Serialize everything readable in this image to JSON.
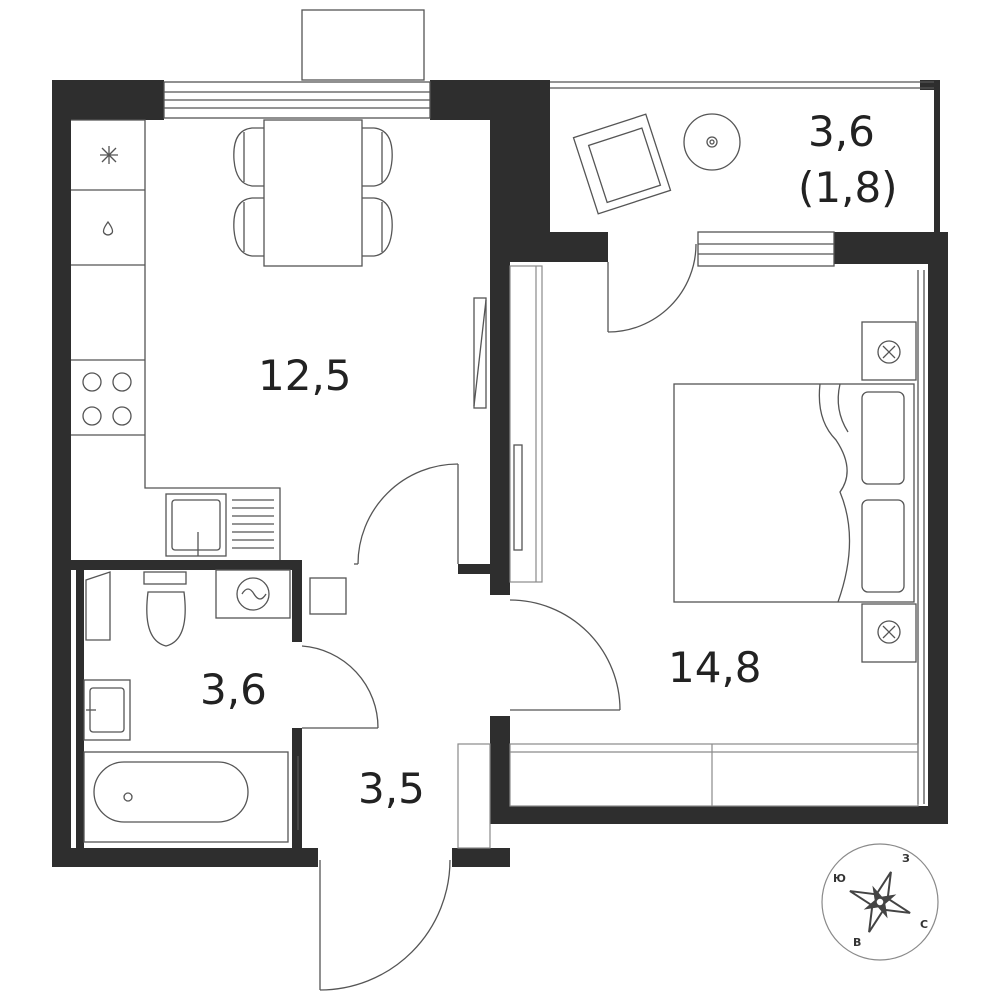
{
  "rooms": {
    "kitchen": {
      "area": "12,5"
    },
    "bedroom": {
      "area": "14,8"
    },
    "bathroom": {
      "area": "3,6"
    },
    "hallway": {
      "area": "3,5"
    },
    "balcony": {
      "area": "3,6",
      "reduced_area": "(1,8)"
    }
  },
  "compass": {
    "north": "С",
    "south": "Ю",
    "west": "З",
    "east": "В"
  },
  "colors": {
    "wall": "#2e2e2e",
    "line": "#555555",
    "background": "#ffffff"
  }
}
